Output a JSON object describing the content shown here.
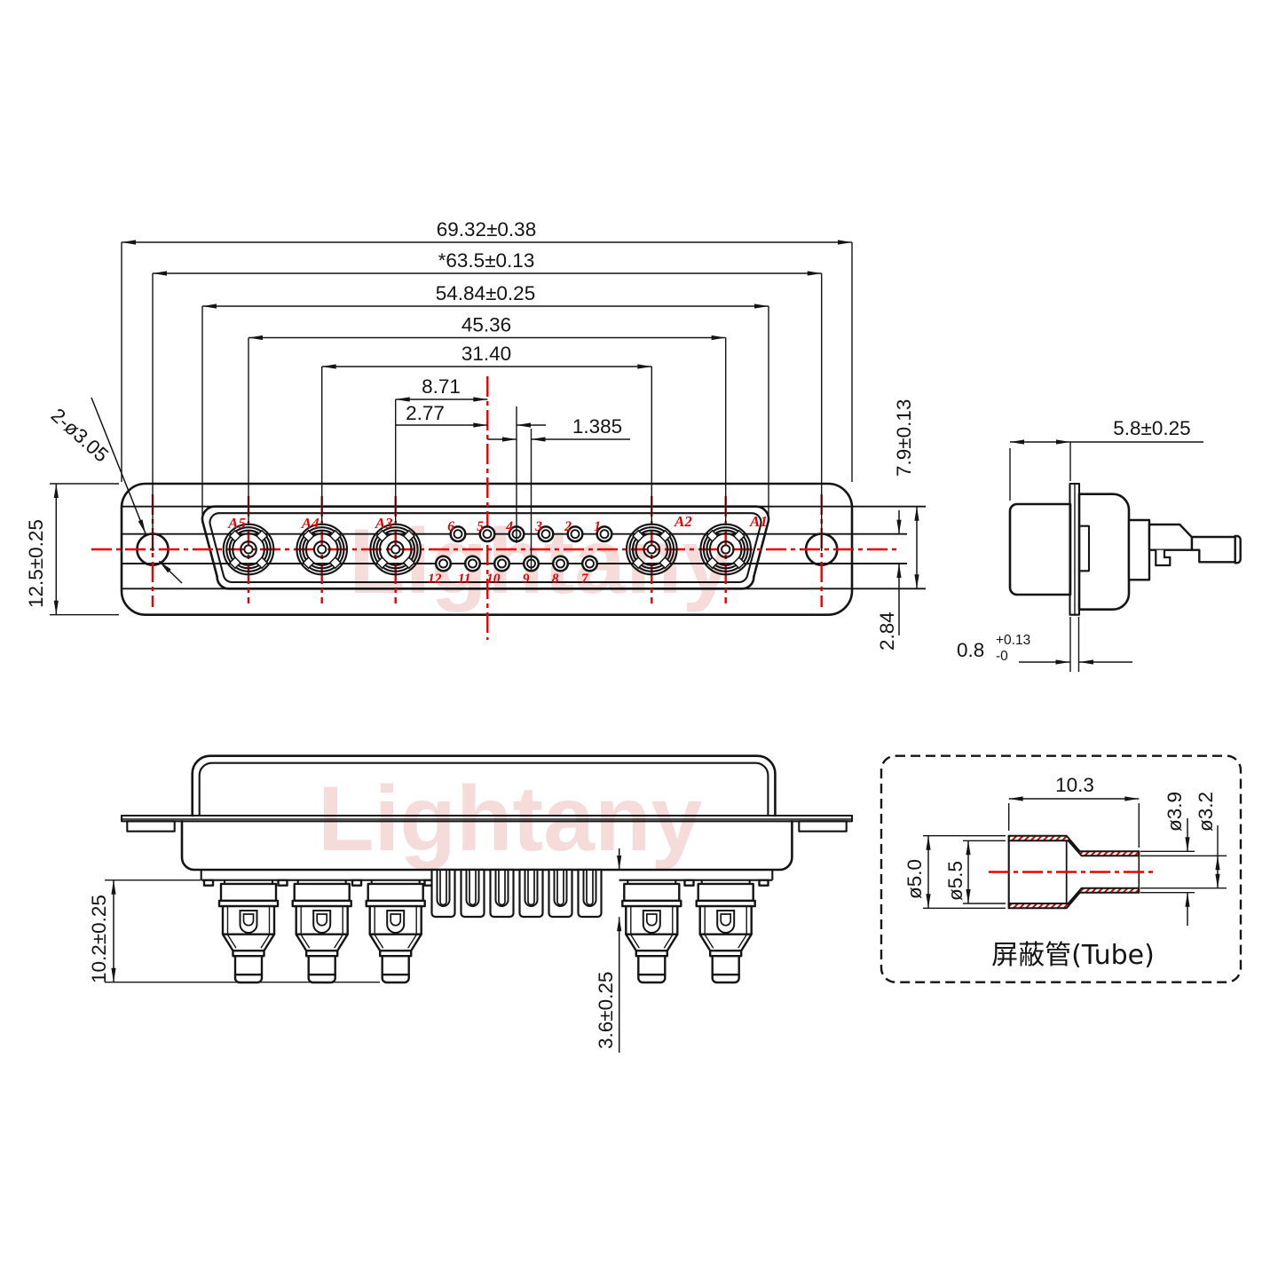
{
  "watermark": {
    "text": "Lightany"
  },
  "front_view": {
    "coax_labels": [
      "A5",
      "A4",
      "A3",
      "A2",
      "A1"
    ],
    "pins_top": [
      "6",
      "5",
      "4",
      "3",
      "2",
      "1"
    ],
    "pins_bottom": [
      "12",
      "11",
      "10",
      "9",
      "8",
      "7"
    ],
    "dims": {
      "overall_width": "69.32±0.38",
      "mounting_span": "*63.5±0.13",
      "shell_width": "54.84±0.25",
      "coax_span": "45.36",
      "coax_inner_span": "31.40",
      "coax_to_center": "8.71",
      "pin_pitch": "2.77",
      "half_pitch": "1.385",
      "flange_height": "12.5±0.25",
      "mount_holes": "2-ø3.05",
      "shell_height": "7.9±0.13",
      "row_gap": "2.84"
    }
  },
  "side_view": {
    "dims": {
      "front_depth": "5.8±0.25",
      "flange_thickness": "0.8",
      "flange_tol_up": "+0.13",
      "flange_tol_dn": "-0"
    }
  },
  "bottom_view": {
    "dims": {
      "contact_length": "10.2±0.25",
      "pin_length": "3.6±0.25"
    }
  },
  "tube_view": {
    "title": "屏蔽管(Tube)",
    "dims": {
      "length": "10.3",
      "dia_3_9": "ø3.9",
      "dia_3_2": "ø3.2",
      "dia_5_0": "ø5.0",
      "dia_5_5": "ø5.5"
    }
  },
  "colors": {
    "line": "#141414",
    "red": "#e80000",
    "watermark": "#f0c2c2"
  }
}
